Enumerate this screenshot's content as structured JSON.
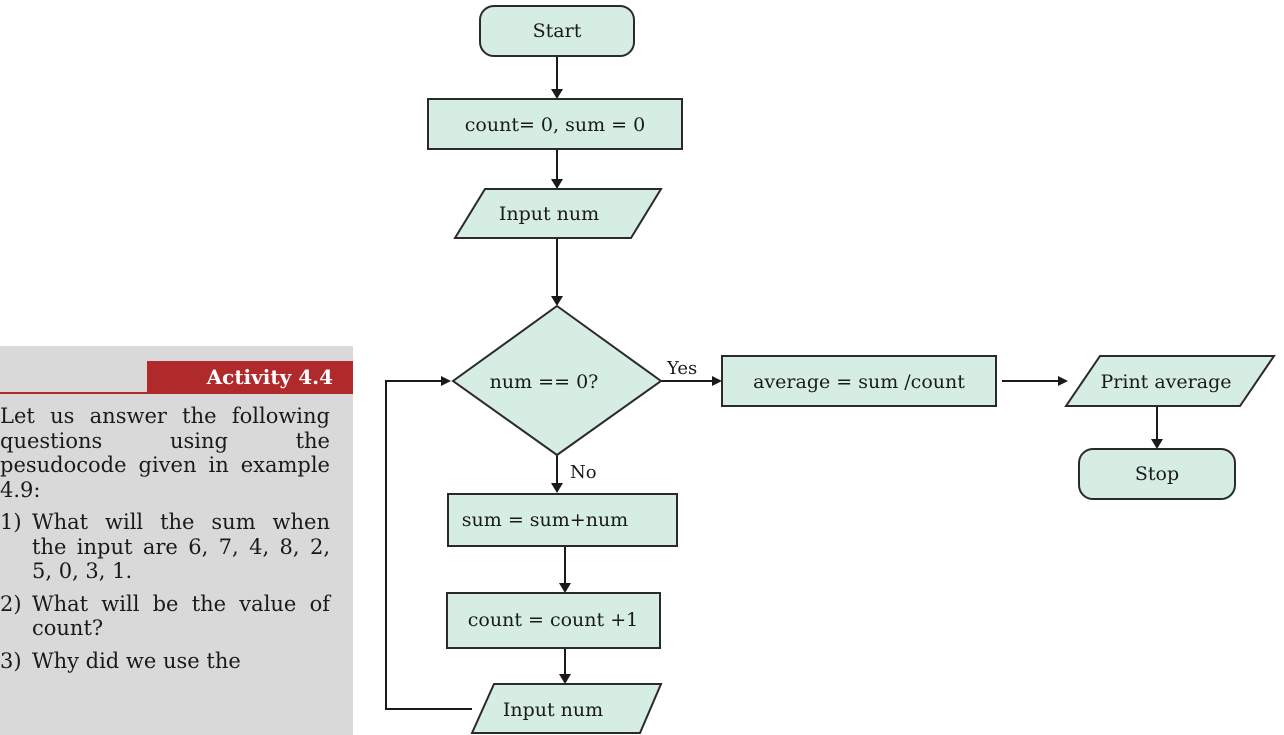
{
  "activity": {
    "title": "Activity 4.4",
    "intro": "Let us answer the following questions using the pesudocode given in example 4.9:",
    "questions": [
      {
        "num": "1)",
        "text": "What will the sum when the input are 6, 7, 4, 8, 2, 5, 0, 3, 1."
      },
      {
        "num": "2)",
        "text": "What will be the value of count?"
      },
      {
        "num": "3)",
        "text": "Why did we use the"
      }
    ]
  },
  "flowchart": {
    "start": "Start",
    "init": "count= 0, sum = 0",
    "input1": "Input num",
    "decision": "num == 0?",
    "yes_label": "Yes",
    "no_label": "No",
    "average": "average = sum /count",
    "print": "Print average",
    "stop": "Stop",
    "sum_update": "sum = sum+num",
    "count_update": "count = count +1",
    "input2": "Input num"
  },
  "colors": {
    "shape_fill": "#d6ede3",
    "accent": "#b12a2b",
    "sidebar_bg": "#d9d9d9"
  }
}
